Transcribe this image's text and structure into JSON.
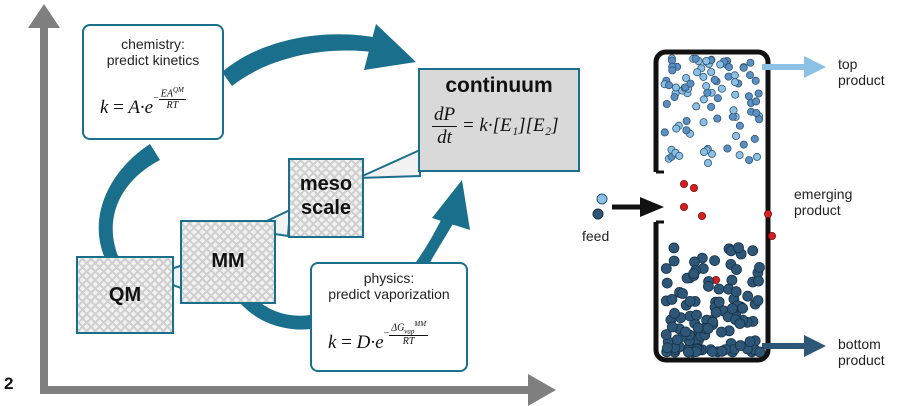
{
  "figure_number": "2",
  "chemistry_box": {
    "heading": "chemistry:\npredict kinetics",
    "formula": {
      "lhs": "k",
      "eq": "=",
      "pre": "A·e",
      "exp_num": "EA",
      "exp_sup": "QM",
      "exp_den": "RT",
      "sign": "−"
    }
  },
  "continuum_box": {
    "title": "continuum",
    "formula": {
      "num": "dP",
      "den": "dt",
      "rhs": "= k·[E₁][E₂]"
    }
  },
  "physics_box": {
    "heading": "physics:\npredict vaporization",
    "formula": {
      "lhs": "k",
      "eq": "=",
      "pre": "D·e",
      "exp_num": "ΔG",
      "exp_sub": "vap",
      "exp_sup": "MM",
      "exp_den": "RT",
      "sign": "−"
    }
  },
  "scales": {
    "qm": "QM",
    "mm": "MM",
    "meso": "meso\nscale"
  },
  "column": {
    "feed": "feed",
    "top_product": "top\nproduct",
    "emerging_product": "emerging\nproduct",
    "bottom_product": "bottom\nproduct"
  },
  "colors": {
    "teal": "#1a6f8c",
    "axis": "#7f7f7f",
    "light_blue": "#8cc0e4",
    "mid_blue": "#5b8fc2",
    "dark_blue": "#2e5777",
    "red": "#d42020"
  }
}
